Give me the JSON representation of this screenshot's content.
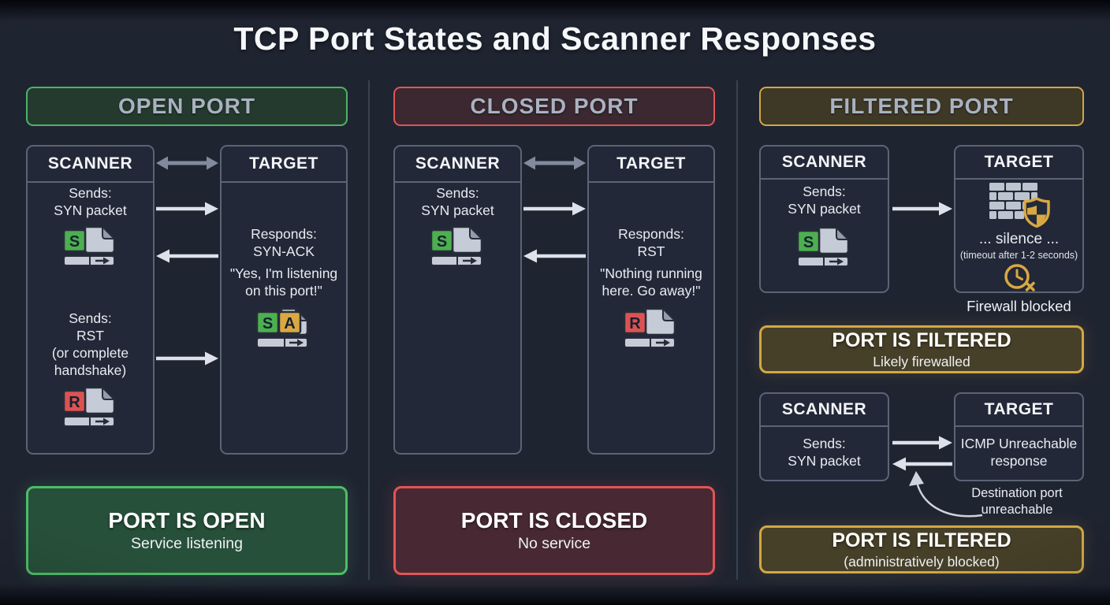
{
  "title": "TCP Port States and Scanner Responses",
  "labels": {
    "scanner": "SCANNER",
    "target": "TARGET"
  },
  "packets": {
    "syn": "S",
    "ack": "A",
    "rst": "R"
  },
  "colors": {
    "open_accent": "#4dbd68",
    "closed_accent": "#e25555",
    "filtered_accent": "#d2a845",
    "syn_flag": "#4caf50",
    "ack_flag": "#d9a843",
    "rst_flag": "#dc5252",
    "shield_gold": "#d9a843",
    "background": "#1f2431"
  },
  "open": {
    "header": "OPEN PORT",
    "scanner": {
      "step1": "Sends:\nSYN packet",
      "step2": "Sends:\nRST\n(or complete\nhandshake)"
    },
    "target": {
      "responds": "Responds:\nSYN-ACK",
      "quote": "\"Yes, I'm listening\non this port!\""
    },
    "result": {
      "title": "PORT IS OPEN",
      "subtitle": "Service listening"
    }
  },
  "closed": {
    "header": "CLOSED PORT",
    "scanner": {
      "step1": "Sends:\nSYN packet"
    },
    "target": {
      "responds": "Responds:\nRST",
      "quote": "\"Nothing running\nhere. Go away!\""
    },
    "result": {
      "title": "PORT IS CLOSED",
      "subtitle": "No service"
    }
  },
  "filtered": {
    "header": "FILTERED PORT",
    "pair1": {
      "scanner_step": "Sends:\nSYN packet",
      "silence": "... silence ...",
      "timeout": "(timeout after 1-2 seconds)",
      "caption": "Firewall blocked"
    },
    "result1": {
      "title": "PORT IS FILTERED",
      "subtitle": "Likely firewalled"
    },
    "pair2": {
      "scanner_step": "Sends:\nSYN packet",
      "target_text": "ICMP Unreachable\nresponse",
      "annotation": "Destination port\nunreachable"
    },
    "result2": {
      "title": "PORT IS FILTERED",
      "subtitle": "(administratively blocked)"
    }
  }
}
